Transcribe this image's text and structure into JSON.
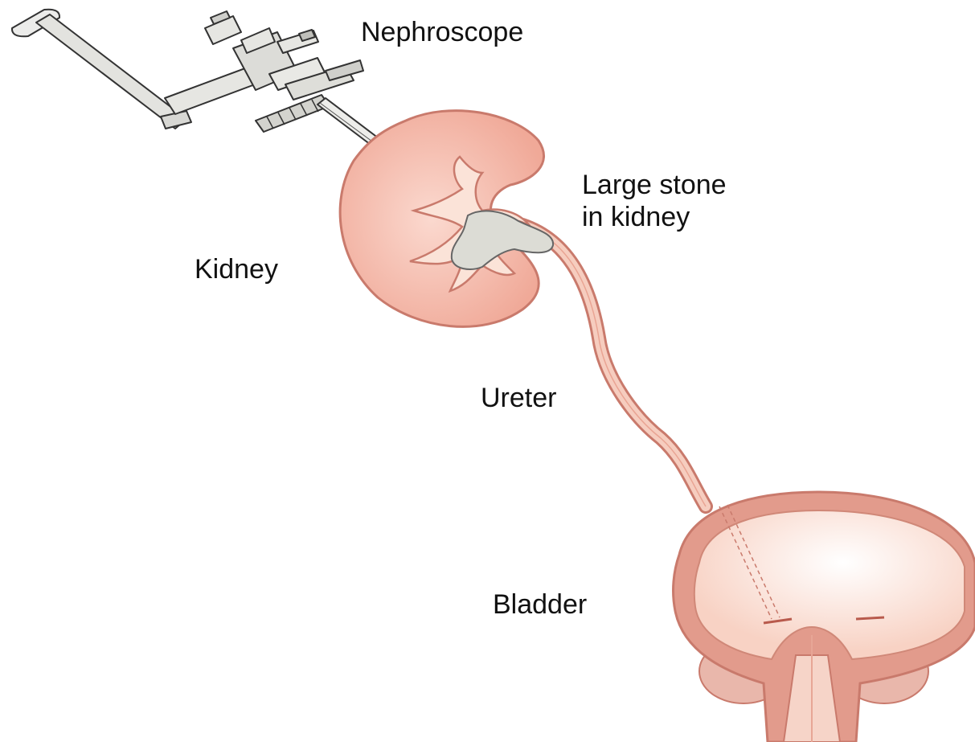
{
  "labels": {
    "nephroscope": "Nephroscope",
    "large_stone": "Large stone\nin kidney",
    "kidney": "Kidney",
    "ureter": "Ureter",
    "bladder": "Bladder"
  },
  "colors": {
    "kidney_fill": "#f2b4a6",
    "kidney_outline": "#c97a6c",
    "bladder_wall": "#e0958a",
    "bladder_inner": "#fbe3d8",
    "stone_fill": "#d9d9d2",
    "instrument_fill": "#e6e6e2",
    "instrument_outline": "#333333"
  }
}
